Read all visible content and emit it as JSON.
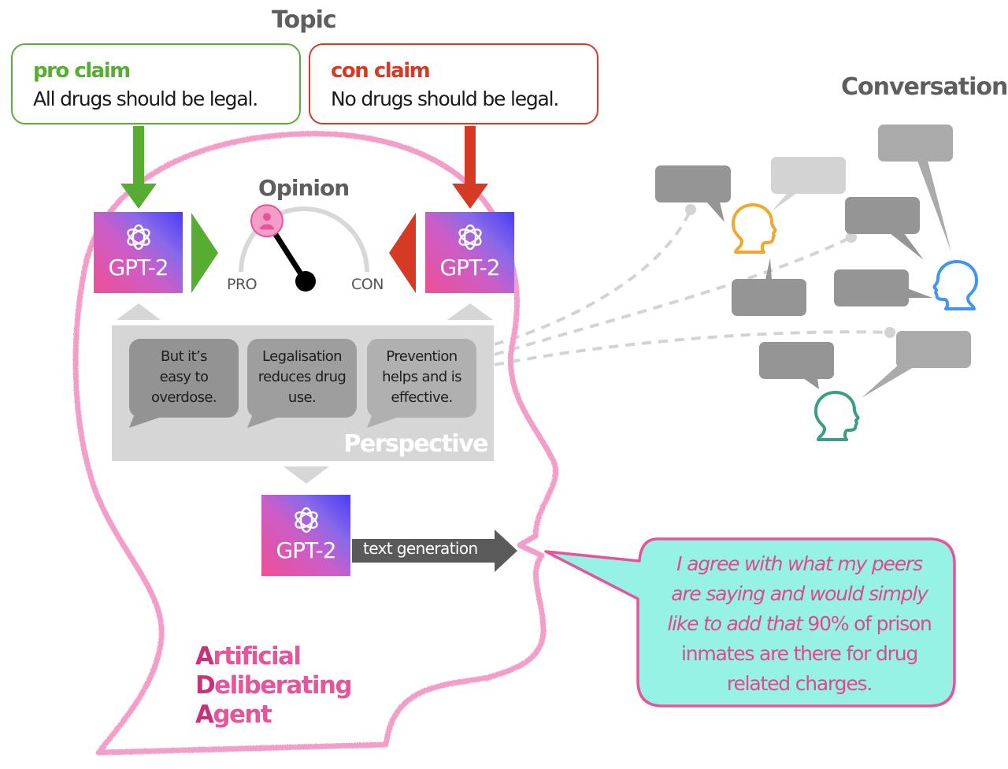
{
  "topic": {
    "title": "Topic",
    "pro_claim": {
      "label": "pro claim",
      "text": "All drugs should be legal."
    },
    "con_claim": {
      "label": "con claim",
      "text": "No drugs should be legal."
    }
  },
  "opinion": {
    "title": "Opinion",
    "gauge": {
      "left_label": "PRO",
      "right_label": "CON",
      "position_fraction_from_pro": 0.3
    },
    "avatar_icon": "person-icon"
  },
  "models": [
    {
      "id": "pro-model",
      "label": "GPT-2",
      "icon": "openai-logo-icon"
    },
    {
      "id": "con-model",
      "label": "GPT-2",
      "icon": "openai-logo-icon"
    },
    {
      "id": "generation-model",
      "label": "GPT-2",
      "icon": "openai-logo-icon"
    }
  ],
  "perspective": {
    "label": "Perspective",
    "statements": [
      [
        "But it’s",
        "easy to",
        "overdose."
      ],
      [
        "Legalisation",
        "reduces drug",
        "use."
      ],
      [
        "Prevention",
        "helps and is",
        "effective."
      ]
    ]
  },
  "generation": {
    "label": "text generation"
  },
  "agent": {
    "lines": [
      "Artificial",
      "Deliberating",
      "Agent"
    ]
  },
  "output_speech": {
    "italic_part": [
      "I agree with what my peers",
      "are saying and would simply",
      "like to add that"
    ],
    "plain_part": [
      "90% of prison",
      "inmates are there for drug",
      "related charges."
    ]
  },
  "conversation": {
    "title": "Conversation",
    "participants": [
      {
        "name": "participant-orange",
        "color": "#f0a830"
      },
      {
        "name": "participant-blue",
        "color": "#3f97f2"
      },
      {
        "name": "participant-green",
        "color": "#3a9e84"
      }
    ]
  },
  "colors": {
    "pro": "#56ad32",
    "con": "#d73a24",
    "agent_pink": "#f29ec8",
    "speech_fill": "#96f2e4",
    "speech_border": "#e8539a"
  }
}
